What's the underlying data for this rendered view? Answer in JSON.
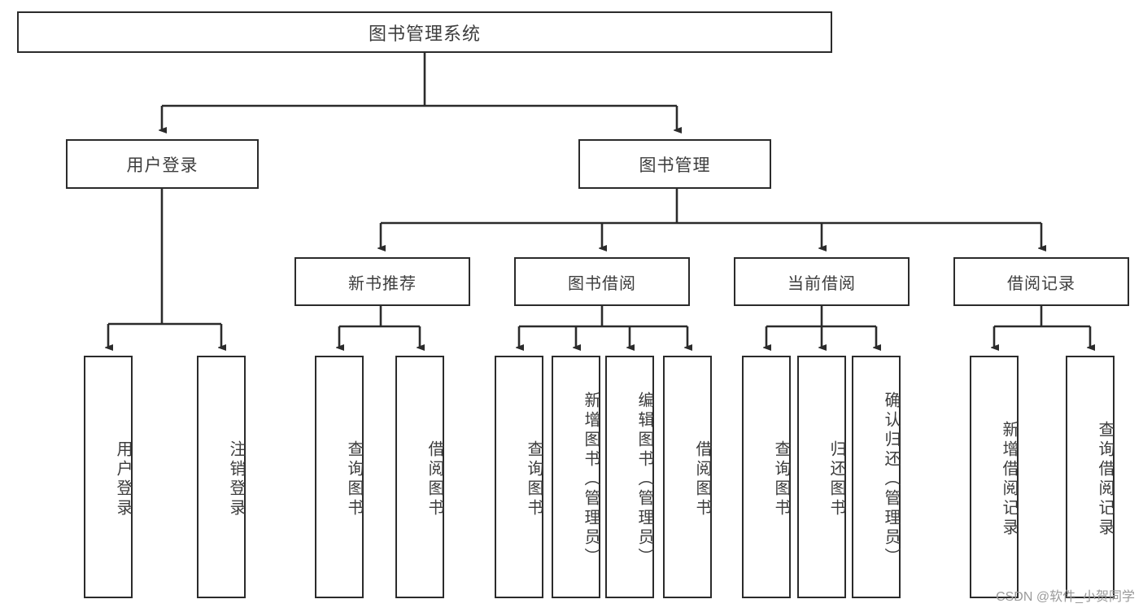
{
  "diagram": {
    "title": "图书管理系统",
    "watermark": "CSDN @软件_小贺同学",
    "line_color": "#2b2b2b",
    "text_color": "#3d3d3d",
    "background": "#ffffff",
    "root": {
      "label": "图书管理系统"
    },
    "branches": [
      {
        "label": "用户登录"
      },
      {
        "label": "图书管理"
      }
    ],
    "user_login_children": [
      {
        "label": "用户登录"
      },
      {
        "label": "注销登录"
      }
    ],
    "book_mgmt_children": [
      {
        "label": "新书推荐"
      },
      {
        "label": "图书借阅"
      },
      {
        "label": "当前借阅"
      },
      {
        "label": "借阅记录"
      }
    ],
    "new_book_children": [
      {
        "label": "查询图书"
      },
      {
        "label": "借阅图书"
      }
    ],
    "borrow_children": [
      {
        "label": "查询图书"
      },
      {
        "label": "新增图书（管理员）"
      },
      {
        "label": "编辑图书（管理员）"
      },
      {
        "label": "借阅图书"
      }
    ],
    "current_borrow_children": [
      {
        "label": "查询图书"
      },
      {
        "label": "归还图书"
      },
      {
        "label": "确认归还（管理员）"
      }
    ],
    "record_children": [
      {
        "label": "新增借阅记录"
      },
      {
        "label": "查询借阅记录"
      }
    ]
  }
}
